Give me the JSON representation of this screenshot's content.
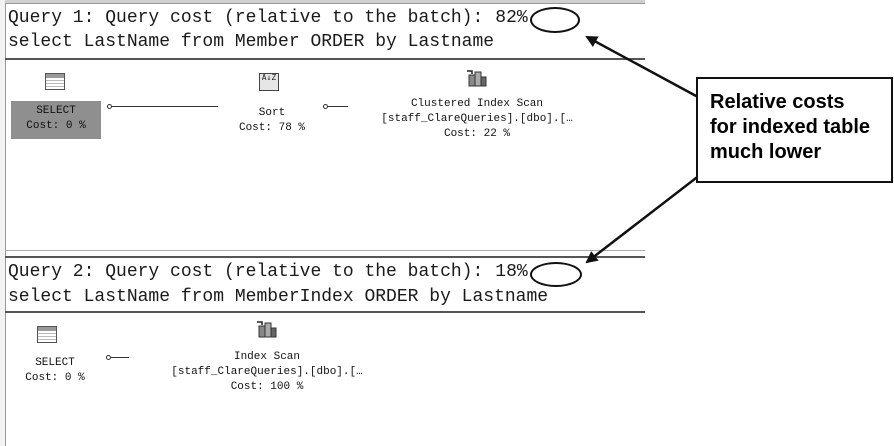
{
  "query1": {
    "header_prefix": "Query 1: Query cost (relative to the batch):",
    "cost_percent": "82%",
    "sql": "select LastName from Member ORDER by Lastname",
    "operators": [
      {
        "icon": "table-icon",
        "name": "SELECT",
        "cost": "Cost: 0 %"
      },
      {
        "icon": "sort-icon",
        "name": "Sort",
        "cost": "Cost: 78 %"
      },
      {
        "icon": "clustered-index-scan-icon",
        "name": "Clustered Index Scan",
        "object": "[staff_ClareQueries].[dbo].[…",
        "cost": "Cost: 22 %"
      }
    ]
  },
  "query2": {
    "header_prefix": "Query 2: Query cost (relative to the batch):",
    "cost_percent": "18%",
    "sql": "select LastName from MemberIndex ORDER by Lastname",
    "operators": [
      {
        "icon": "table-icon",
        "name": "SELECT",
        "cost": "Cost: 0 %"
      },
      {
        "icon": "index-scan-icon",
        "name": "Index Scan",
        "object": "[staff_ClareQueries].[dbo].[…",
        "cost": "Cost: 100 %"
      }
    ]
  },
  "callout": {
    "lines": [
      "Relative costs",
      "for indexed table",
      "much lower"
    ]
  },
  "sort_icon_glyph": "A↓Z"
}
